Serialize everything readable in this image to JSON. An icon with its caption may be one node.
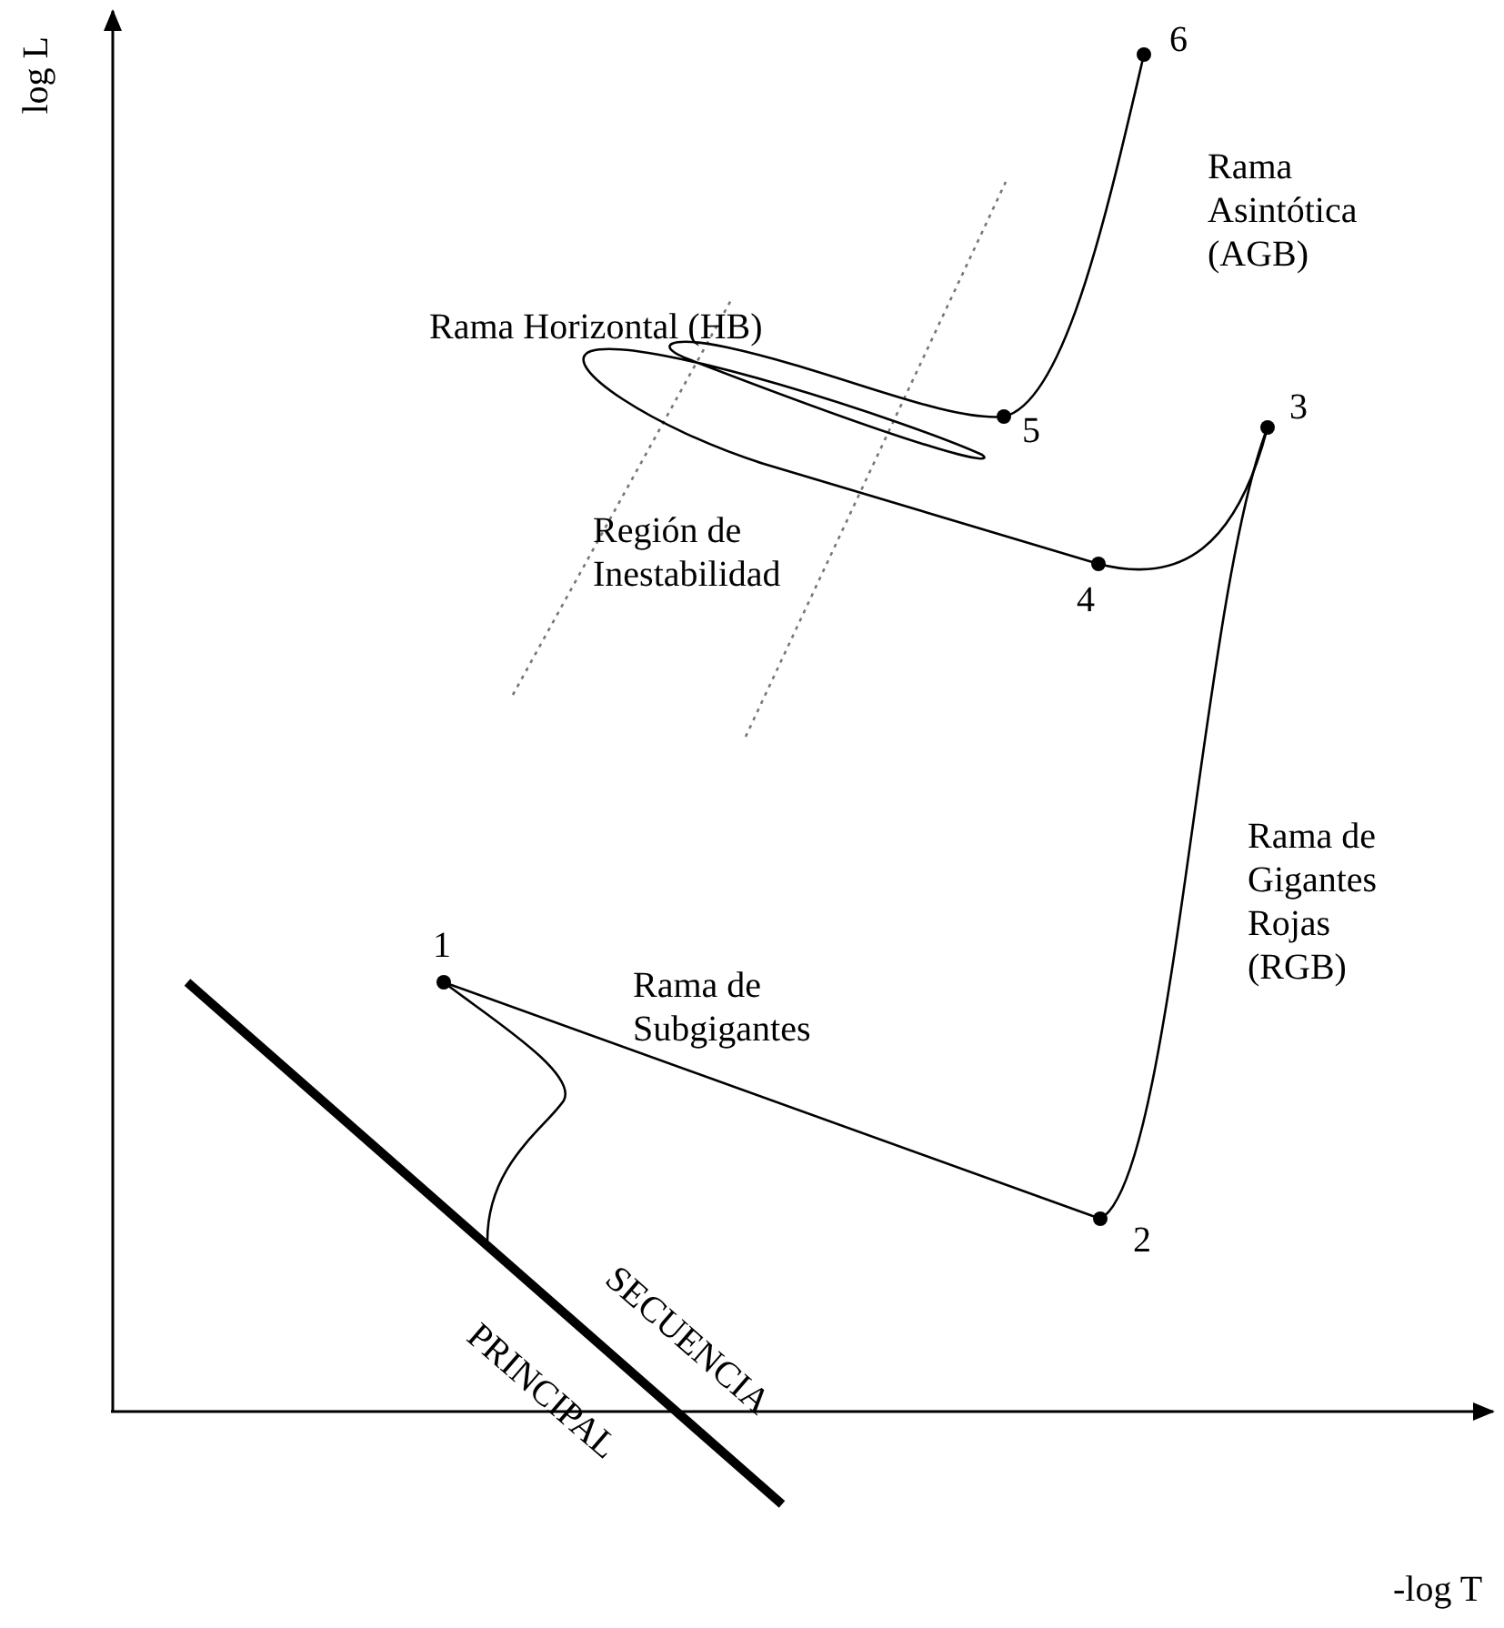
{
  "diagram": {
    "nodes": [
      {
        "text": [
          "1"
        ]
      },
      {
        "text": [
          "2"
        ]
      },
      {
        "text": [
          "3"
        ]
      },
      {
        "text": [
          "4"
        ]
      },
      {
        "text": [
          "5"
        ]
      },
      {
        "text": [
          "6"
        ]
      },
      {
        "text": [
          "SECUENCIA",
          "PRINCIPAL"
        ]
      }
    ],
    "edges": [
      {
        "from": 6,
        "to": 0,
        "arrow": "none"
      },
      {
        "from": 0,
        "to": 1,
        "arrow": "none",
        "label": "Rama de Subgigantes"
      },
      {
        "from": 1,
        "to": 2,
        "arrow": "none",
        "label": "Rama de Gigantes Rojas (RGB)"
      },
      {
        "from": 2,
        "to": 3,
        "arrow": "none"
      },
      {
        "from": 3,
        "to": 4,
        "arrow": "none",
        "label": "Rama Horizontal (HB)"
      },
      {
        "from": 4,
        "to": 5,
        "arrow": "none",
        "label": "Rama Asintótica (AGB)"
      }
    ],
    "labels": [
      "log L",
      "Región de Inestabilidad",
      "-log T"
    ]
  }
}
